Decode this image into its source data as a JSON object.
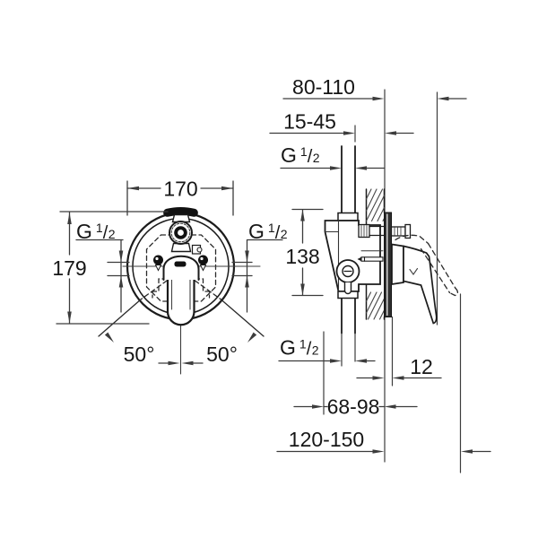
{
  "labels": {
    "front": {
      "width": "170",
      "height": "179",
      "angle_left": "50°",
      "angle_right": "50°"
    },
    "side": {
      "projection": "80-110",
      "recess": "15-45",
      "height": "138",
      "plate": "12",
      "depth": "68-98",
      "reach": "120-150"
    },
    "thread": {
      "g": "G",
      "sup": "1",
      "slash": "/",
      "sub": "2"
    }
  },
  "colors": {
    "outline": "#1b1b1b",
    "dim_line": "#3c3c3c",
    "text": "#161616",
    "plate_fill": "#2e2e2e",
    "background": "#ffffff"
  }
}
